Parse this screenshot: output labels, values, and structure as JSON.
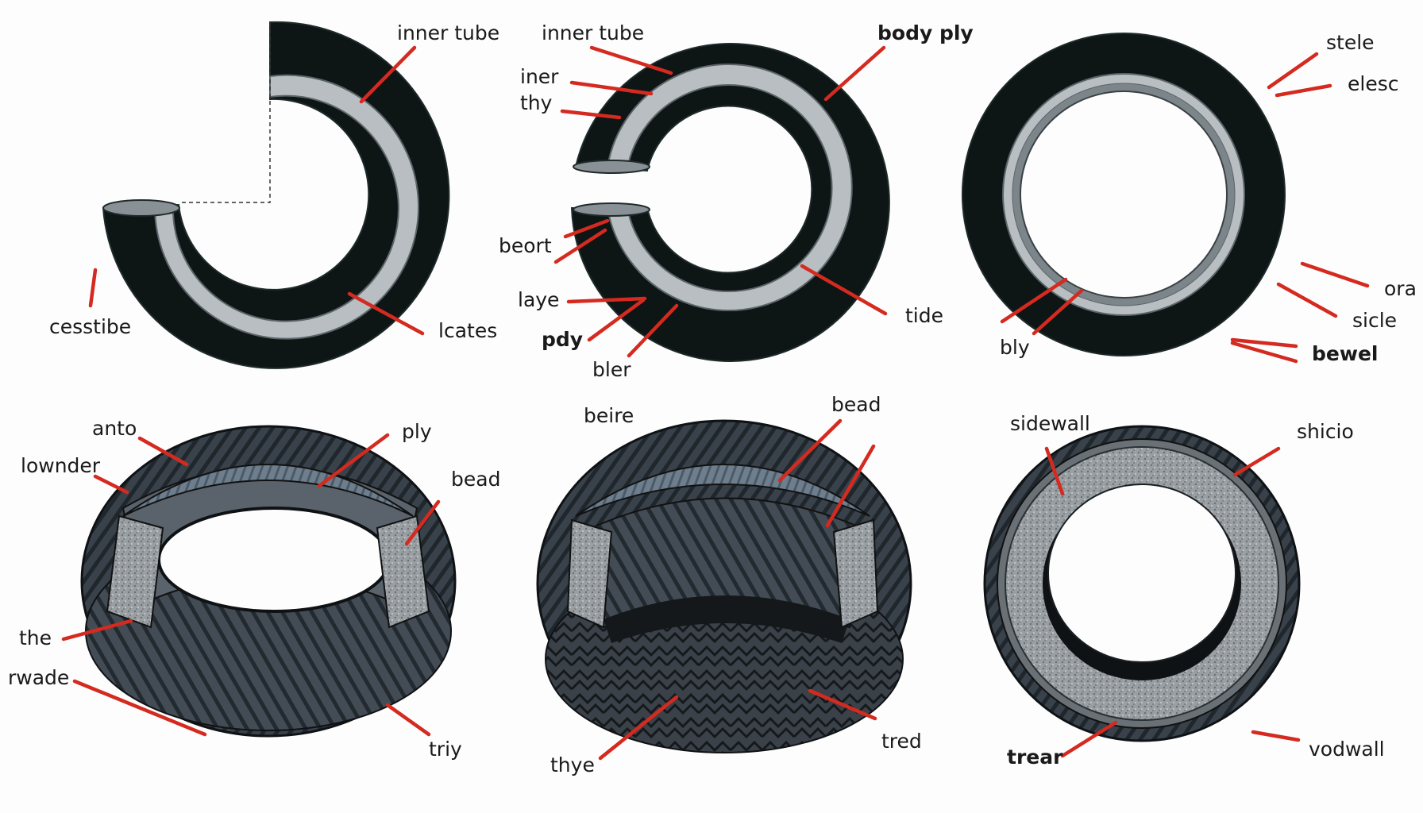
{
  "colors": {
    "tire": "#0e1515",
    "tire_edge": "#1f2a2a",
    "rim_light": "#b8bec2",
    "rim_dark": "#6b7478",
    "leader": "#d42a1f",
    "tread_dark": "#2b333a",
    "tread_mid": "#4b5660",
    "granular": "#8d9296"
  },
  "panels": [
    {
      "id": "panel-1",
      "labels": [
        {
          "text": "inner tube",
          "bold": false
        },
        {
          "text": "cesstibe",
          "bold": false
        },
        {
          "text": "lcates",
          "bold": false
        }
      ]
    },
    {
      "id": "panel-2",
      "labels": [
        {
          "text": "inner tube",
          "bold": false
        },
        {
          "text": "body ply",
          "bold": true
        },
        {
          "text": "iner",
          "bold": false
        },
        {
          "text": "thy",
          "bold": false
        },
        {
          "text": "beort",
          "bold": false
        },
        {
          "text": "laye",
          "bold": false
        },
        {
          "text": "pdy",
          "bold": true
        },
        {
          "text": "bler",
          "bold": false
        },
        {
          "text": "tide",
          "bold": false
        }
      ]
    },
    {
      "id": "panel-3",
      "labels": [
        {
          "text": "stele",
          "bold": false
        },
        {
          "text": "elesc",
          "bold": false
        },
        {
          "text": "ora",
          "bold": false
        },
        {
          "text": "sicle",
          "bold": false
        },
        {
          "text": "bewel",
          "bold": true
        },
        {
          "text": "bly",
          "bold": false
        }
      ]
    },
    {
      "id": "panel-4",
      "labels": [
        {
          "text": "anto",
          "bold": false
        },
        {
          "text": "lownder",
          "bold": false
        },
        {
          "text": "ply",
          "bold": false
        },
        {
          "text": "bead",
          "bold": false
        },
        {
          "text": "the",
          "bold": false
        },
        {
          "text": "rwade",
          "bold": false
        },
        {
          "text": "triy",
          "bold": false
        }
      ]
    },
    {
      "id": "panel-5",
      "labels": [
        {
          "text": "beire",
          "bold": false
        },
        {
          "text": "bead",
          "bold": false
        },
        {
          "text": "thye",
          "bold": false
        },
        {
          "text": "tred",
          "bold": false
        }
      ]
    },
    {
      "id": "panel-6",
      "labels": [
        {
          "text": "sidewall",
          "bold": false
        },
        {
          "text": "shicio",
          "bold": false
        },
        {
          "text": "trear",
          "bold": true
        },
        {
          "text": "vodwall",
          "bold": false
        }
      ]
    }
  ]
}
